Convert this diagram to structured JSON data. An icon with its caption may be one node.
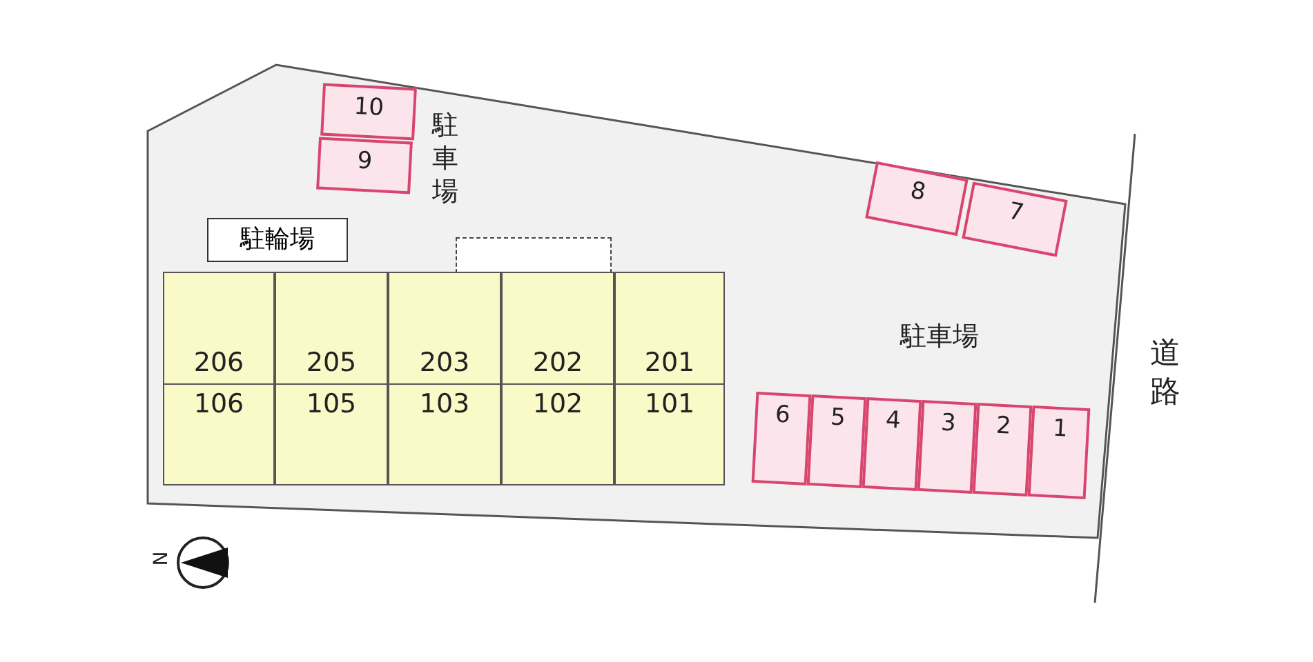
{
  "diagram": {
    "nodes": [
      {
        "text": [
          "10"
        ]
      },
      {
        "text": [
          "9"
        ]
      },
      {
        "text": [
          "8"
        ]
      },
      {
        "text": [
          "7"
        ]
      },
      {
        "text": [
          "駐輪場"
        ]
      },
      {
        "text": [],
        "shape": "box"
      },
      {
        "text": [
          "206",
          "106"
        ]
      },
      {
        "text": [
          "205",
          "105"
        ]
      },
      {
        "text": [
          "203",
          "103"
        ]
      },
      {
        "text": [
          "202",
          "102"
        ]
      },
      {
        "text": [
          "201",
          "101"
        ]
      },
      {
        "text": [
          "6"
        ]
      },
      {
        "text": [
          "5"
        ]
      },
      {
        "text": [
          "4"
        ]
      },
      {
        "text": [
          "3"
        ]
      },
      {
        "text": [
          "2"
        ]
      },
      {
        "text": [
          "1"
        ]
      }
    ],
    "edges": [],
    "labels": [
      "駐車場",
      "駐車場",
      "道路",
      "N"
    ]
  }
}
